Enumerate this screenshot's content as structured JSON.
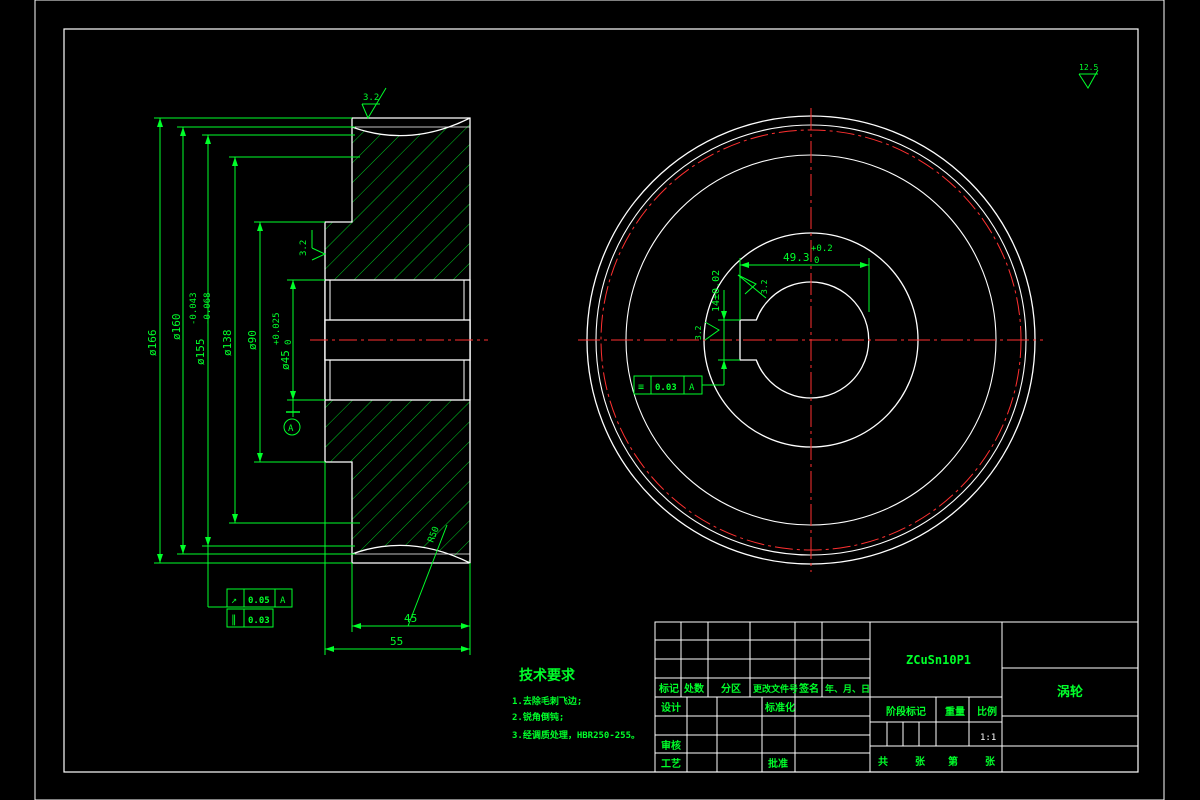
{
  "dimensions": {
    "d166": "ø166",
    "d160": "ø160",
    "d155": "ø155",
    "d155_tol": "-0.043",
    "d155_tol2": "-0.068",
    "d138": "ø138",
    "d90": "ø90",
    "d45": "ø45",
    "d45_tol": "+0.025",
    "d45_tol2": "0",
    "r50": "R50",
    "len45": "45",
    "len55": "55",
    "w493": "49.3",
    "w493_tol": "+0.2",
    "w493_tol2": "0",
    "w14": "14±0.02"
  },
  "roughness": {
    "rough_top": "3.2",
    "rough_bore": "3.2",
    "rough_key1": "3.2",
    "rough_key2": "3.2",
    "rough_global": "12.5"
  },
  "tolerance_frames": {
    "runout_val": "0.05",
    "runout_ref": "A",
    "parallel_val": "0.03",
    "sym_val": "0.03",
    "sym_ref": "A",
    "datum": "A"
  },
  "tech_requirements": {
    "title": "技术要求",
    "line1": "1.去除毛刺飞边;",
    "line2": "2.锐角倒钝;",
    "line3": "3.经调质处理，HBR250-255。"
  },
  "title_block": {
    "material": "ZCuSn10P1",
    "part_name": "涡轮",
    "headers": [
      "标记",
      "处数",
      "分区",
      "更改文件号",
      "签名",
      "年、月、日"
    ],
    "design": "设计",
    "standardize": "标准化",
    "review": "审核",
    "process": "工艺",
    "approve": "批准",
    "stage_mark": "阶段标记",
    "weight": "重量",
    "scale_label": "比例",
    "scale": "1:1",
    "total": "共",
    "sheet": "张",
    "page": "第",
    "sheet2": "张"
  }
}
